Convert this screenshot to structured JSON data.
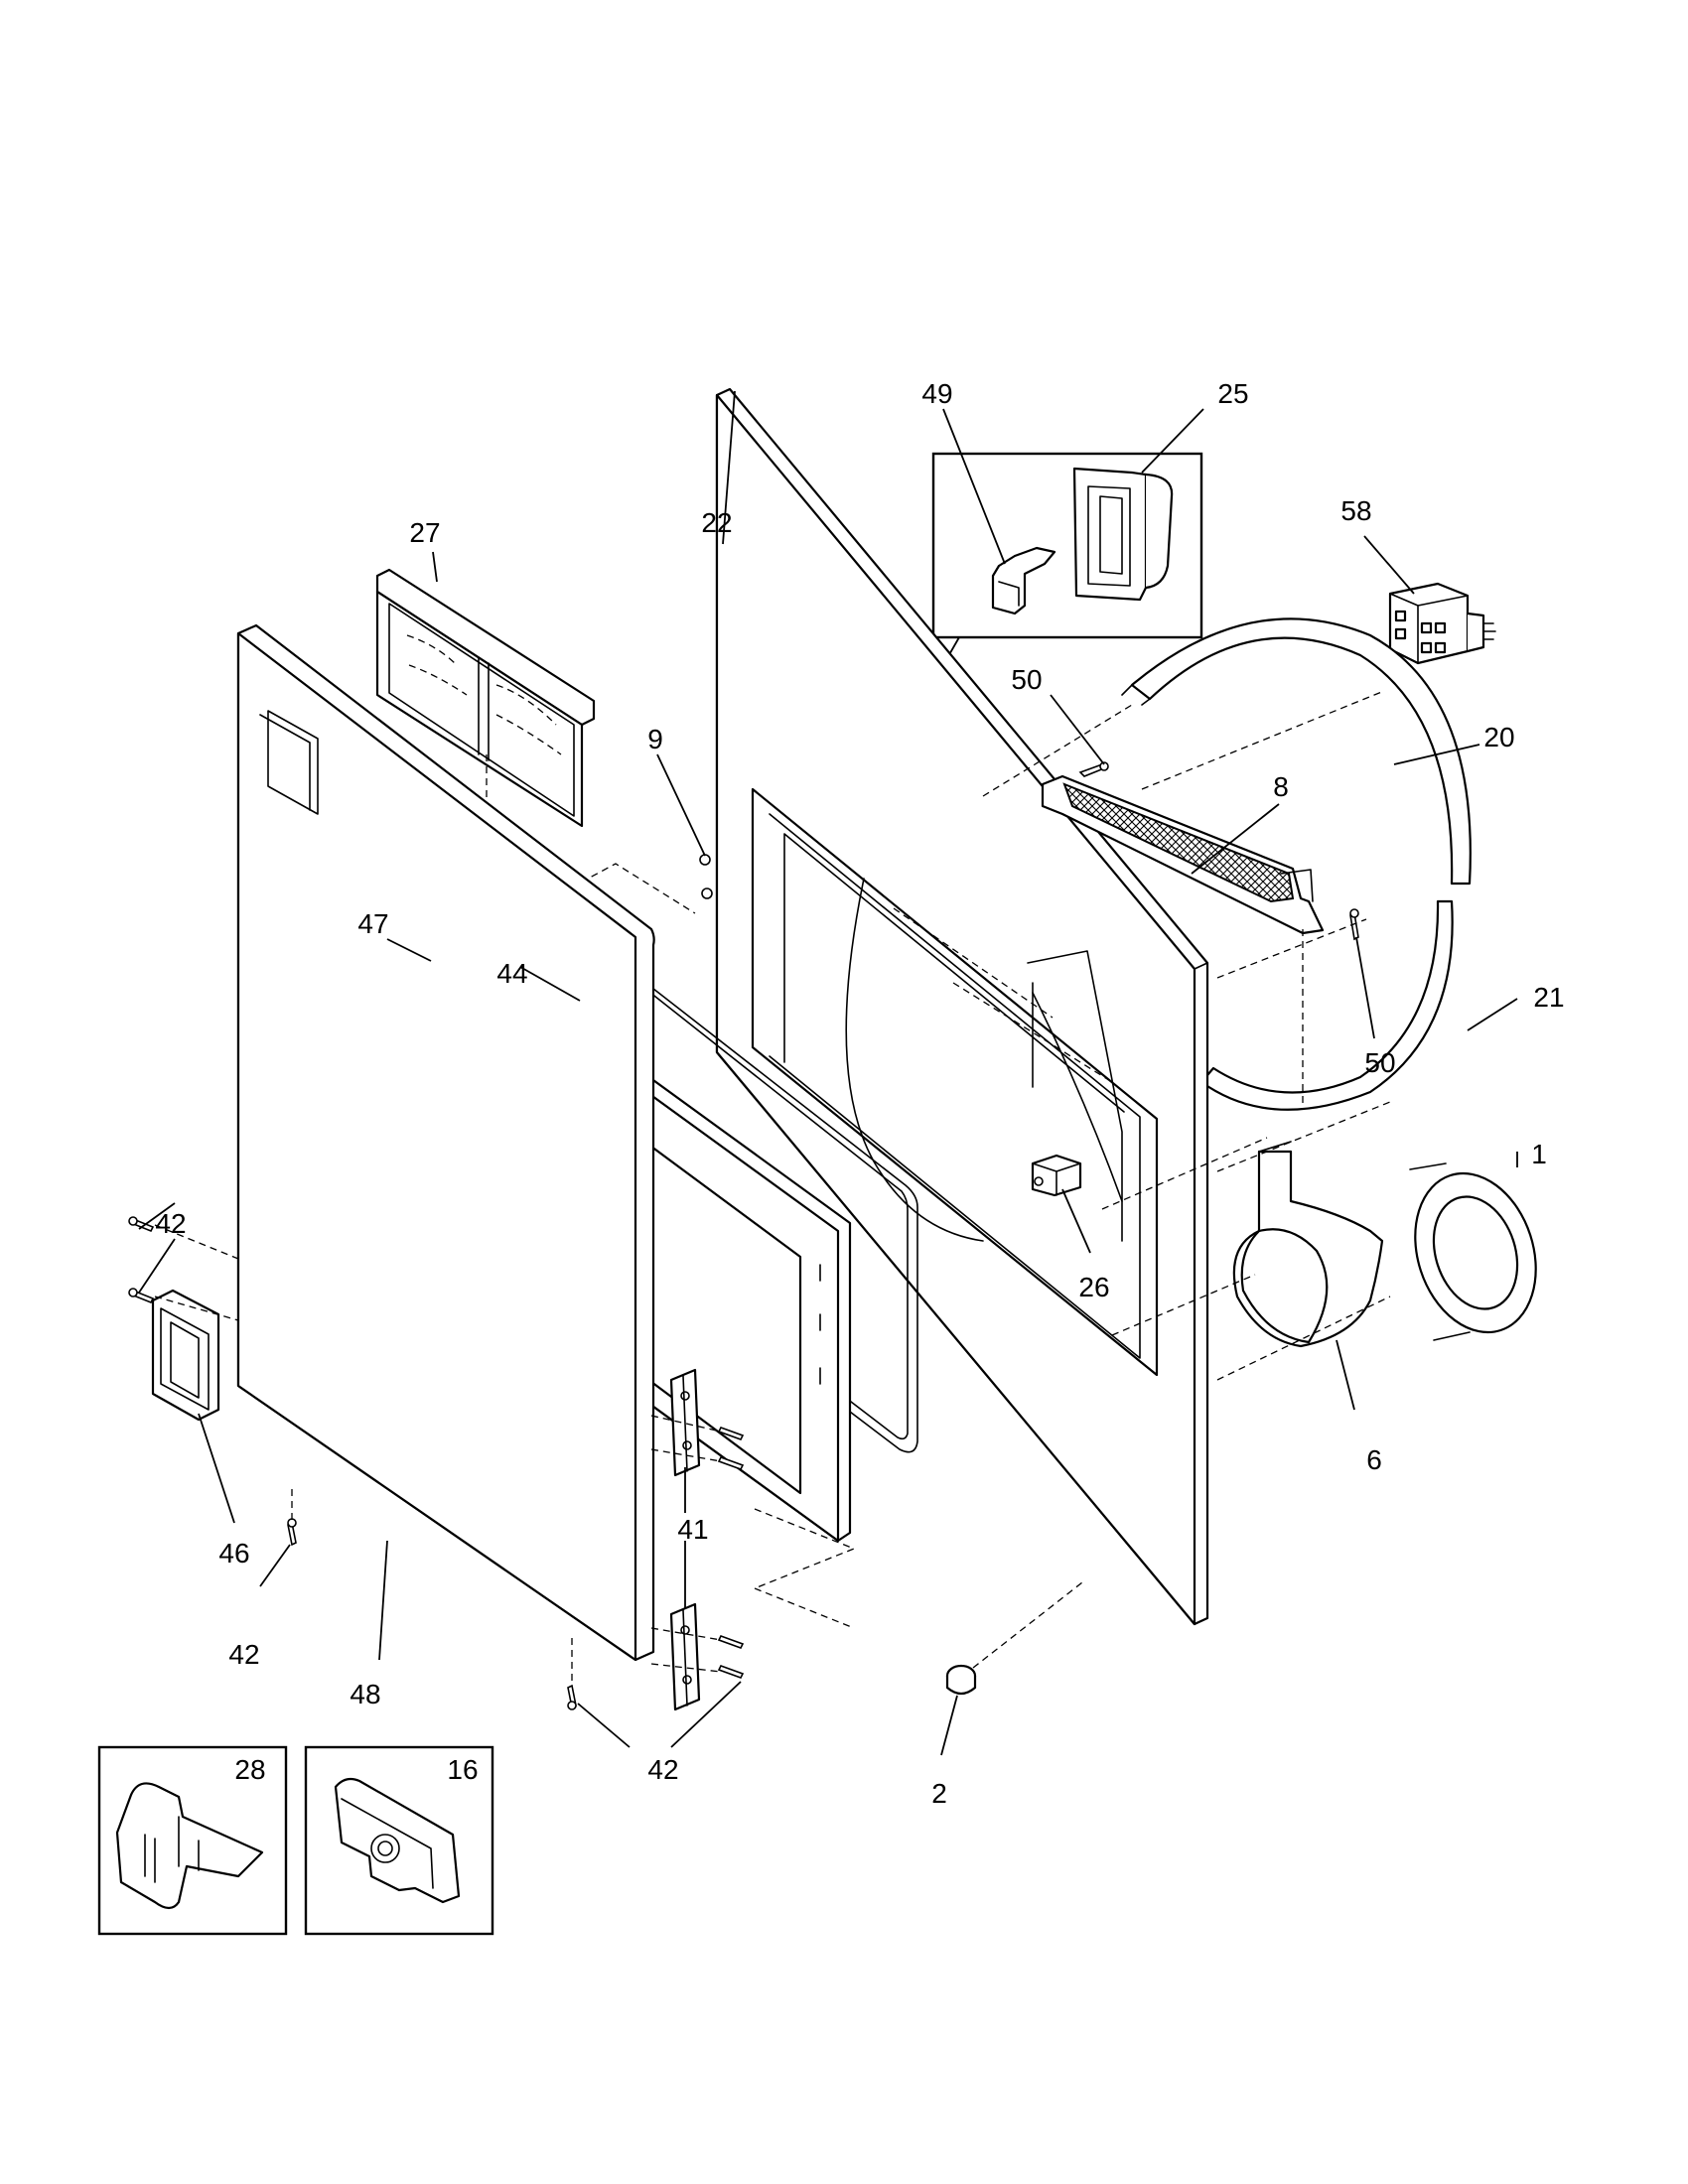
{
  "diagram": {
    "callouts": {
      "c49": "49",
      "c25": "25",
      "c27": "27",
      "c22": "22",
      "c58": "58",
      "c50a": "50",
      "c20": "20",
      "c9": "9",
      "c8": "8",
      "c47": "47",
      "c44": "44",
      "c21": "21",
      "c50b": "50",
      "c1": "1",
      "c42a": "42",
      "c26": "26",
      "c6": "6",
      "c46": "46",
      "c41": "41",
      "c42b": "42",
      "c48": "48",
      "c42c": "42",
      "c28": "28",
      "c16": "16",
      "c2": "2"
    }
  }
}
